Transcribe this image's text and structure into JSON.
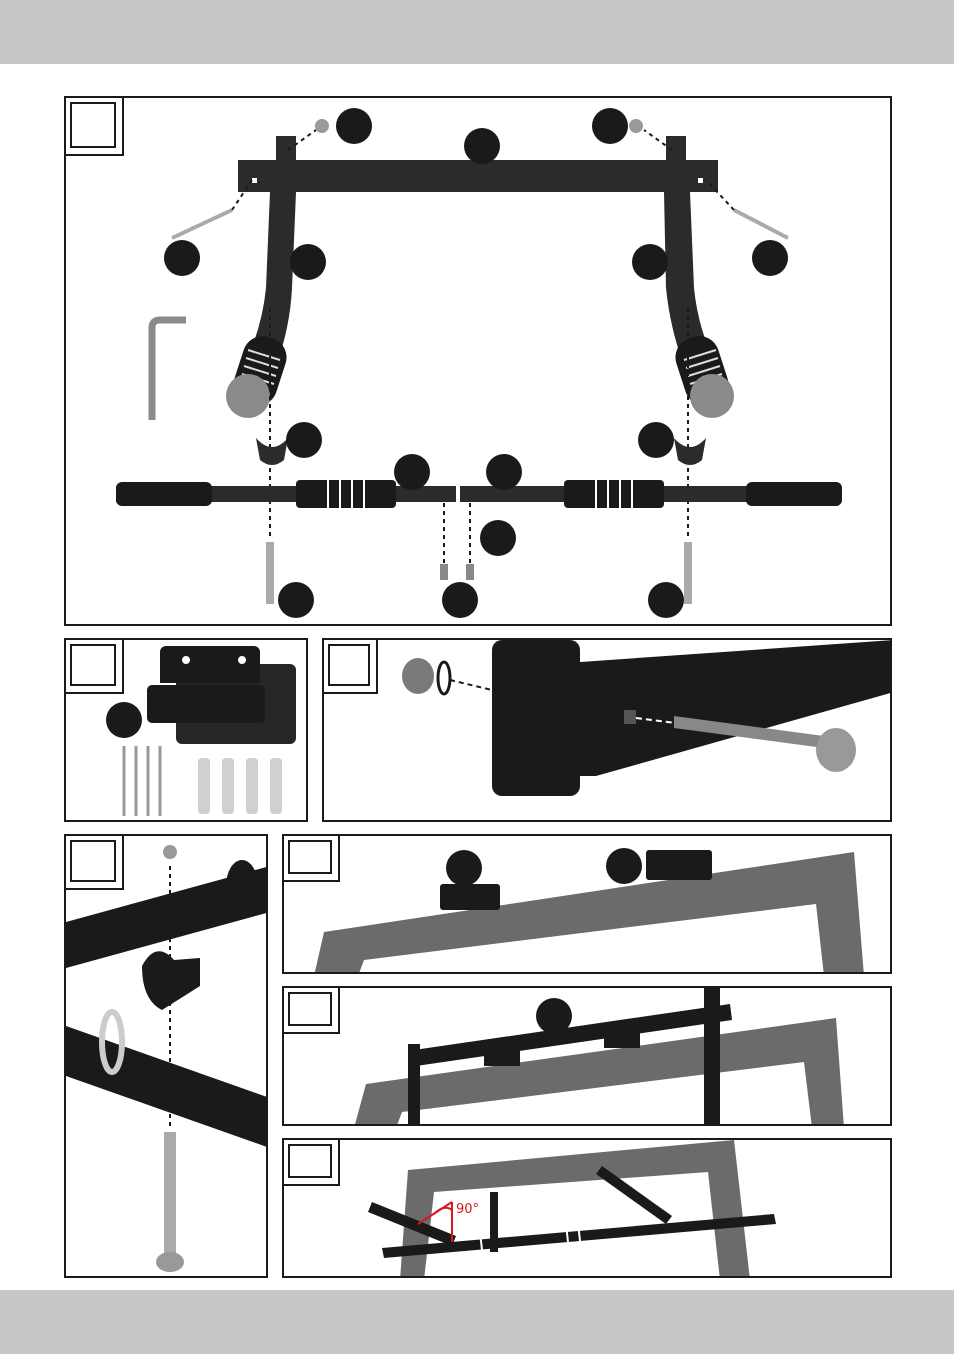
{
  "colors": {
    "band": "#c6c7c9",
    "outline": "#1a1a1a",
    "bar": "#2b2b2b",
    "frame": "#6b6b6b",
    "angle": "#d7191f"
  },
  "panels": {
    "fig_a": {
      "name": "fig-a-exploded-view",
      "label": ""
    },
    "fig_b": {
      "name": "fig-b-brackets-and-screws",
      "label": ""
    },
    "fig_c": {
      "name": "fig-c-nut-and-screw-detail",
      "label": ""
    },
    "fig_d": {
      "name": "fig-d-bar-mounting-detail",
      "label": ""
    },
    "fig_e": {
      "name": "fig-e-brackets-on-frame",
      "label": ""
    },
    "fig_f": {
      "name": "fig-f-bar-on-frame",
      "label": ""
    },
    "fig_g": {
      "name": "fig-g-angled-position",
      "label": ""
    }
  },
  "annotations": {
    "angle": "90°"
  },
  "icons": [
    "allen-key-icon",
    "screw-icon",
    "wall-plug-icon",
    "nut-icon",
    "washer-icon",
    "door-frame-icon"
  ]
}
